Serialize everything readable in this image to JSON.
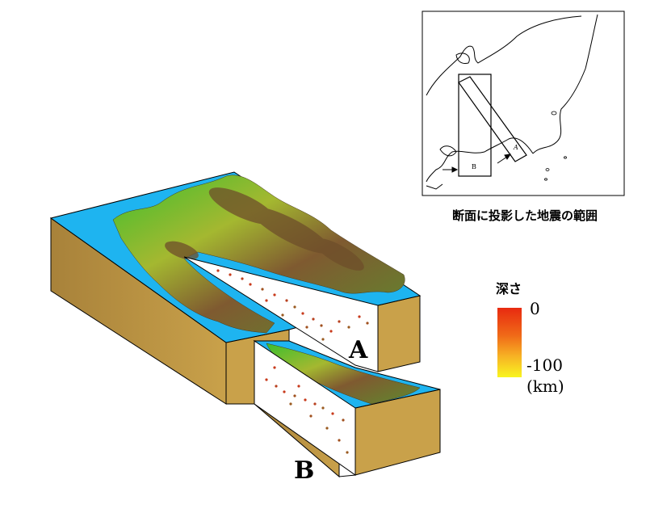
{
  "sections": {
    "a_label": "A",
    "b_label": "B"
  },
  "inset_map": {
    "caption": "断面に投影した地震の範囲",
    "box_label_a": "A",
    "box_label_b": "B"
  },
  "legend": {
    "title": "深さ",
    "max_label": "0",
    "min_label": "-100",
    "unit": "(km)",
    "colors": [
      "#e82a10",
      "#f06a18",
      "#f7b324",
      "#f8f520"
    ]
  },
  "colors": {
    "sea": "#1eb4f0",
    "lowland": "#34b52a",
    "highland": "#8a6a35",
    "block_side": "#c9a14a",
    "block_side_dark": "#b08a3a"
  }
}
